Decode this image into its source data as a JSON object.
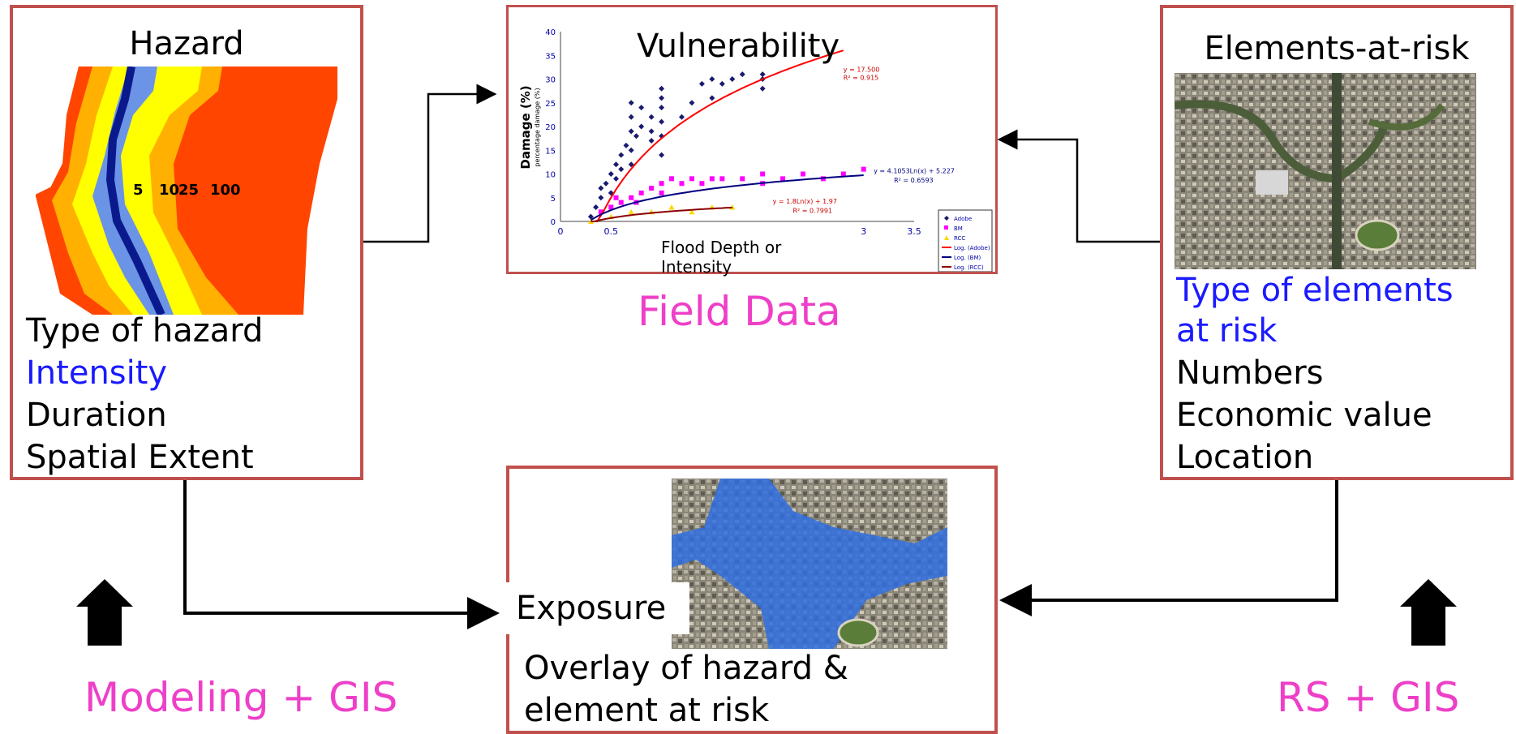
{
  "hazard": {
    "title": "Hazard",
    "map_labels": [
      "5",
      "10",
      "25",
      "100"
    ],
    "lines": [
      {
        "text": "Type of hazard",
        "color": "#000000"
      },
      {
        "text": "Intensity",
        "color": "#1a1aff"
      },
      {
        "text": "Duration",
        "color": "#000000"
      },
      {
        "text": "Spatial Extent",
        "color": "#000000"
      }
    ]
  },
  "vulnerability": {
    "title": "Vulnerability",
    "xlabel_line1": "Flood Depth or",
    "xlabel_line2": "Intensity",
    "footer": "Field Data",
    "chart_data": {
      "type": "scatter",
      "ylabel": "Damage (%)",
      "ylabel_sub": "percentage damage (%)",
      "xlim": [
        0,
        3.5
      ],
      "ylim": [
        0,
        40
      ],
      "xticks": [
        "0",
        "0.5",
        "1",
        "1.5",
        "2",
        "2.5",
        "3",
        "3.5"
      ],
      "xticks_shown": [
        "0",
        "0.5",
        "3",
        "3.5"
      ],
      "yticks": [
        "0",
        "5",
        "10",
        "15",
        "20",
        "25",
        "30",
        "35",
        "40"
      ],
      "series": [
        {
          "name": "Adobe",
          "color": "#1a1a6e",
          "marker": "diamond",
          "points": [
            [
              0.3,
              1
            ],
            [
              0.35,
              3
            ],
            [
              0.4,
              5
            ],
            [
              0.4,
              7
            ],
            [
              0.45,
              8
            ],
            [
              0.5,
              6
            ],
            [
              0.5,
              10
            ],
            [
              0.55,
              12
            ],
            [
              0.55,
              9
            ],
            [
              0.6,
              14
            ],
            [
              0.6,
              11
            ],
            [
              0.65,
              16
            ],
            [
              0.7,
              15
            ],
            [
              0.7,
              19
            ],
            [
              0.7,
              22
            ],
            [
              0.7,
              25
            ],
            [
              0.7,
              12
            ],
            [
              0.75,
              18
            ],
            [
              0.8,
              20
            ],
            [
              0.8,
              24
            ],
            [
              0.9,
              19
            ],
            [
              0.9,
              22
            ],
            [
              0.9,
              17
            ],
            [
              1.0,
              18
            ],
            [
              1.0,
              21
            ],
            [
              1.0,
              26
            ],
            [
              1.0,
              28
            ],
            [
              1.0,
              14
            ],
            [
              1.0,
              24
            ],
            [
              1.2,
              22
            ],
            [
              1.3,
              25
            ],
            [
              1.4,
              29
            ],
            [
              1.5,
              30
            ],
            [
              1.5,
              26
            ],
            [
              1.6,
              29
            ],
            [
              1.7,
              30
            ],
            [
              1.8,
              31
            ],
            [
              2.0,
              30
            ],
            [
              2.0,
              28
            ],
            [
              2.0,
              31
            ]
          ]
        },
        {
          "name": "BM",
          "color": "#ff00ff",
          "marker": "square",
          "points": [
            [
              0.4,
              2
            ],
            [
              0.5,
              3
            ],
            [
              0.55,
              5
            ],
            [
              0.6,
              4
            ],
            [
              0.7,
              5
            ],
            [
              0.75,
              4
            ],
            [
              0.8,
              6
            ],
            [
              0.9,
              7
            ],
            [
              1.0,
              8
            ],
            [
              1.0,
              6
            ],
            [
              1.1,
              9
            ],
            [
              1.2,
              8
            ],
            [
              1.3,
              9
            ],
            [
              1.4,
              8
            ],
            [
              1.5,
              9
            ],
            [
              1.6,
              9
            ],
            [
              1.8,
              9
            ],
            [
              2.0,
              10
            ],
            [
              2.0,
              8
            ],
            [
              2.2,
              9
            ],
            [
              2.4,
              10
            ],
            [
              2.6,
              9
            ],
            [
              2.8,
              10
            ],
            [
              3.0,
              11
            ]
          ]
        },
        {
          "name": "RCC",
          "color": "#ffd700",
          "marker": "triangle",
          "points": [
            [
              0.3,
              0
            ],
            [
              0.5,
              1
            ],
            [
              0.7,
              2
            ],
            [
              0.9,
              2
            ],
            [
              1.1,
              3
            ],
            [
              1.3,
              2
            ],
            [
              1.5,
              3
            ],
            [
              1.7,
              3
            ]
          ]
        }
      ],
      "fits": [
        {
          "name": "Log. (Adobe)",
          "color": "#ff0000",
          "a": 18.0,
          "b": 17.5,
          "xmax": 2.8,
          "eq": "y = 17.500",
          "r2": "R² = 0.915"
        },
        {
          "name": "Log. (BM)",
          "color": "#000080",
          "a": 4.1053,
          "b": 5.227,
          "xmax": 3.0,
          "eq": "y = 4.1053Ln(x) + 5.227",
          "r2": "R² = 0.6593"
        },
        {
          "name": "Log. (RCC)",
          "color": "#8b0000",
          "a": 1.8,
          "b": 1.97,
          "xmax": 1.7,
          "eq": "y = 1.8Ln(x) + 1.97",
          "r2": "R² = 0.7991"
        }
      ],
      "legend": [
        "Adobe",
        "BM",
        "RCC",
        "Log. (Adobe)",
        "Log. (BM)",
        "Log. (RCC)"
      ],
      "legend_placement": "bottom-right"
    }
  },
  "elements": {
    "title": "Elements-at-risk",
    "lines": [
      {
        "text": "Type of elements",
        "color": "#1a1aff"
      },
      {
        "text": "at risk",
        "color": "#1a1aff"
      },
      {
        "text": "Numbers",
        "color": "#000000"
      },
      {
        "text": "Economic value",
        "color": "#000000"
      },
      {
        "text": "Location",
        "color": "#000000"
      }
    ]
  },
  "exposure": {
    "title": "Exposure",
    "line1": "Overlay of hazard &",
    "line2": "element at risk"
  },
  "labels": {
    "left_method": "Modeling + GIS",
    "right_method": "RS + GIS"
  },
  "colors": {
    "box_border": "#c0504d",
    "accent_magenta": "#ee3fc8",
    "accent_blue": "#1a1aff",
    "flood_blue": "#2f6fe0"
  }
}
